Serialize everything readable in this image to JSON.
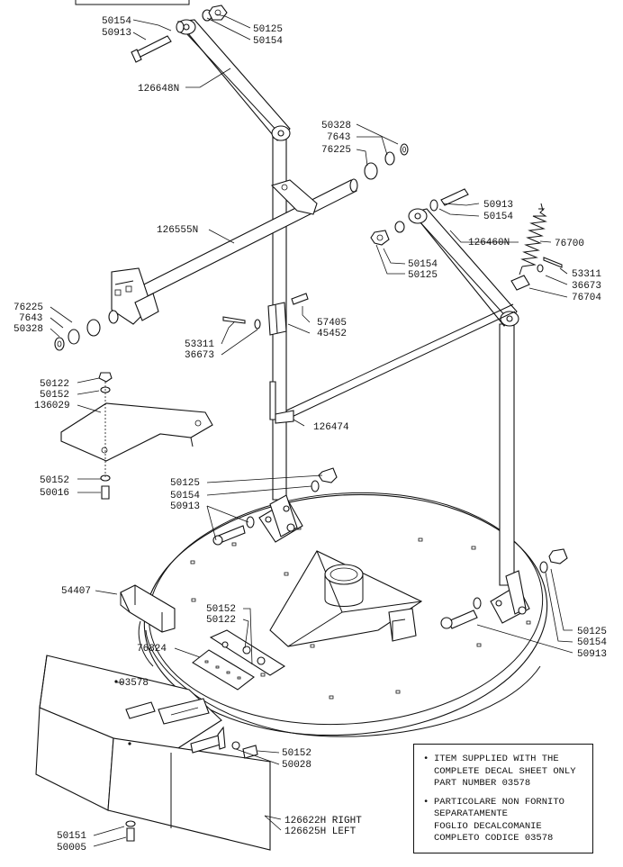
{
  "labels": {
    "l50154a": "50154",
    "l50913a": "50913",
    "l50125a": "50125",
    "l50154b": "50154",
    "l126648N": "126648N",
    "l50328a": "50328",
    "l7643a": "7643",
    "l76225a": "76225",
    "l50913b": "50913",
    "l50154c": "50154",
    "l126555N": "126555N",
    "l126460N": "126460N",
    "l76700": "76700",
    "l50154d": "50154",
    "l50125b": "50125",
    "l53311a": "53311",
    "l36673a": "36673",
    "l76704": "76704",
    "l76225b": "76225",
    "l7643b": "7643",
    "l50328b": "50328",
    "l57405": "57405",
    "l45452": "45452",
    "l53311b": "53311",
    "l36673b": "36673",
    "l50122a": "50122",
    "l50152a": "50152",
    "l136029": "136029",
    "l126474": "126474",
    "l50152b": "50152",
    "l50016": "50016",
    "l50125c": "50125",
    "l50154e": "50154",
    "l50913c": "50913",
    "l54407": "54407",
    "l50152c": "50152",
    "l50122b": "50122",
    "l76824": "76824",
    "l03578": "03578",
    "l50125d": "50125",
    "l50154f": "50154",
    "l50913d": "50913",
    "l50152d": "50152",
    "l50028": "50028",
    "l126622H": "126622H RIGHT",
    "l126625H": "126625H LEFT",
    "l50151": "50151",
    "l50005": "50005"
  },
  "notes": [
    {
      "bullet": "•",
      "lines": [
        "ITEM SUPPLIED WITH THE",
        "COMPLETE DECAL SHEET ONLY",
        "PART NUMBER 03578"
      ]
    },
    {
      "bullet": "•",
      "lines": [
        "PARTICOLARE NON FORNITO",
        "SEPARATAMENTE",
        "FOGLIO DECALCOMANIE",
        "COMPLETO CODICE 03578"
      ]
    }
  ]
}
